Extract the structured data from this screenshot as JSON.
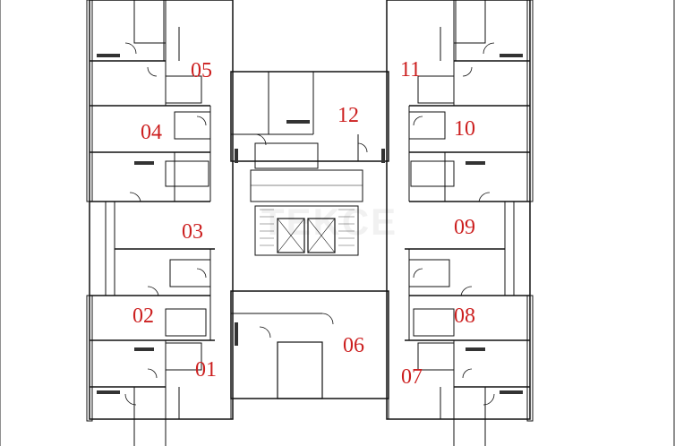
{
  "plan": {
    "units": [
      {
        "id": "u01",
        "number": "01"
      },
      {
        "id": "u02",
        "number": "02"
      },
      {
        "id": "u03",
        "number": "03"
      },
      {
        "id": "u04",
        "number": "04"
      },
      {
        "id": "u05",
        "number": "05"
      },
      {
        "id": "u06",
        "number": "06"
      },
      {
        "id": "u07",
        "number": "07"
      },
      {
        "id": "u08",
        "number": "08"
      },
      {
        "id": "u09",
        "number": "09"
      },
      {
        "id": "u10",
        "number": "10"
      },
      {
        "id": "u11",
        "number": "11"
      },
      {
        "id": "u12",
        "number": "12"
      }
    ],
    "watermark": "TEKCE",
    "colors": {
      "label": "#cc1f1f",
      "wall": "#111111",
      "hatch": "#333333"
    }
  }
}
